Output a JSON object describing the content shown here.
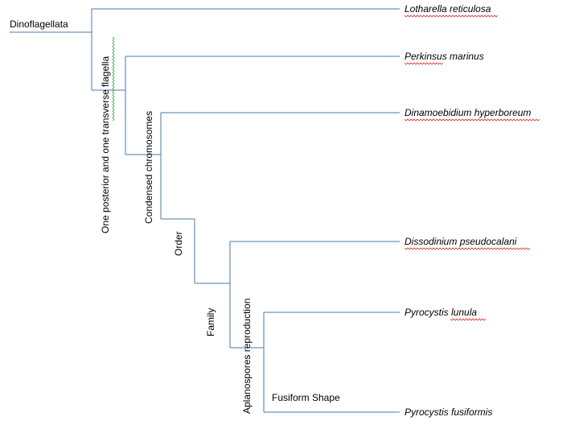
{
  "root_label": "Dinoflagellata",
  "taxa": [
    "Lotharella reticulosa",
    "Perkinsus marinus",
    "Dinamoebidium hyperboreum",
    "Dissodinium pseudocalani",
    "Pyrocystis lunula",
    "Pyrocystis fusiformis"
  ],
  "characters": [
    "One posterior and one transverse flagella",
    "Condensed chromosomes",
    "Order",
    "Family",
    "Aplanospores reproduction",
    "Fusiform Shape"
  ],
  "colors": {
    "branch": "#4a78a8",
    "spellcheck_underline": "#e03030",
    "grammar_underline": "#3aa040"
  }
}
